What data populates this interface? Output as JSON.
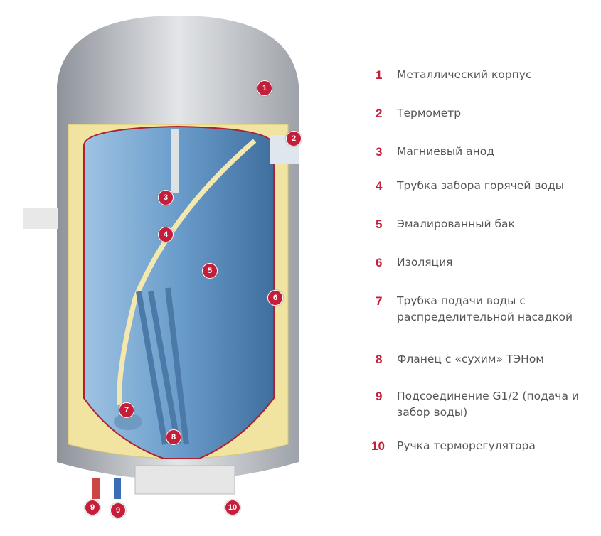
{
  "legend": [
    {
      "num": "1",
      "label": "Металлический корпус"
    },
    {
      "num": "2",
      "label": "Термометр"
    },
    {
      "num": "3",
      "label": "Магниевый анод"
    },
    {
      "num": "4",
      "label": "Трубка забора горячей воды"
    },
    {
      "num": "5",
      "label": "Эмалированный бак"
    },
    {
      "num": "6",
      "label": "Изоляция"
    },
    {
      "num": "7",
      "label": "Трубка подачи воды с распределительной насадкой"
    },
    {
      "num": "8",
      "label": "Фланец с «сухим» ТЭНом"
    },
    {
      "num": "9",
      "label": "Подсоединение G1/2 (подача и забор воды)"
    },
    {
      "num": "10",
      "label": "Ручка терморегулятора"
    }
  ],
  "markers": {
    "m1": "1",
    "m2": "2",
    "m3": "3",
    "m4": "4",
    "m5": "5",
    "m6": "6",
    "m7": "7",
    "m8": "8",
    "m9a": "9",
    "m9b": "9",
    "m10": "10"
  },
  "colors": {
    "accent": "#c41e3a",
    "text": "#555555",
    "tank": "#5a8fbf",
    "insulation": "#f1e3a0",
    "shell": "#b8bcc2"
  }
}
